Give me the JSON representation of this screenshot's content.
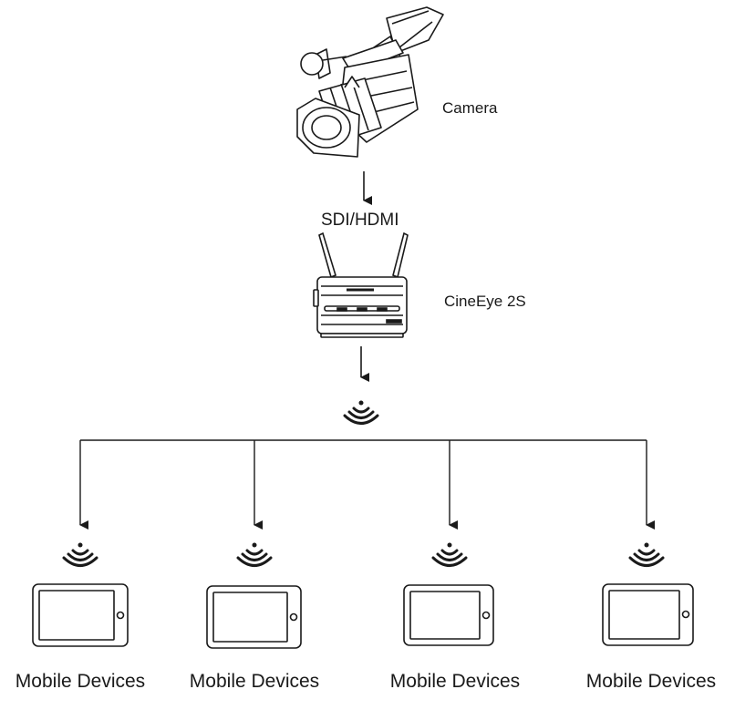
{
  "camera": {
    "label": "Camera",
    "icon": "video-camera-icon"
  },
  "signal": {
    "label": "SDI/HDMI"
  },
  "transmitter": {
    "label": "CineEye 2S",
    "icon": "wireless-transmitter-icon"
  },
  "wireless_icon": "wifi-signal-icon",
  "receivers": [
    {
      "label": "Mobile Devices",
      "icon": "tablet-icon"
    },
    {
      "label": "Mobile Devices",
      "icon": "tablet-icon"
    },
    {
      "label": "Mobile Devices",
      "icon": "tablet-icon"
    },
    {
      "label": "Mobile Devices",
      "icon": "tablet-icon"
    }
  ],
  "colors": {
    "line": "#1a1a1a",
    "device_fill": "#ffffff"
  }
}
